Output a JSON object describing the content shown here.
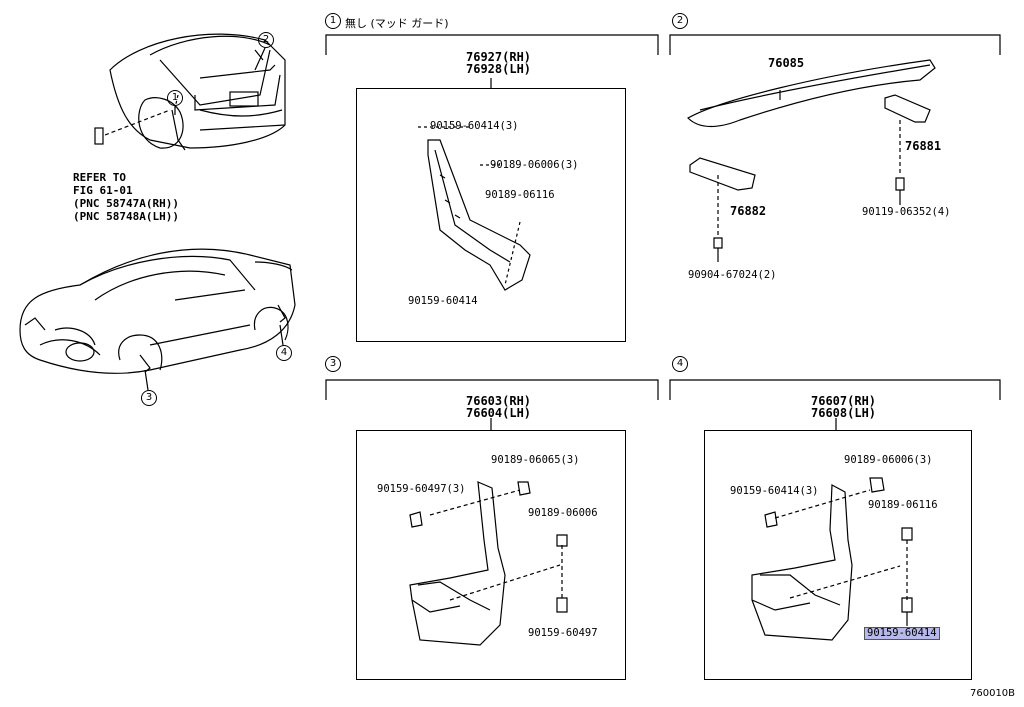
{
  "refer": {
    "line1": "REFER TO",
    "line2": "FIG 61-01",
    "line3": "(PNC 58747A(RH))",
    "line4": "(PNC 58748A(LH))"
  },
  "callouts": {
    "c1": "1",
    "c2": "2",
    "c3": "3",
    "c4": "4"
  },
  "sections": {
    "s1": {
      "num": "1",
      "title": "無し (マッド ガード)",
      "main_rh": "76927(RH)",
      "main_lh": "76928(LH)"
    },
    "s2": {
      "num": "2",
      "main": "76085"
    },
    "s3": {
      "num": "3",
      "main_rh": "76603(RH)",
      "main_lh": "76604(LH)"
    },
    "s4": {
      "num": "4",
      "main_rh": "76607(RH)",
      "main_lh": "76608(LH)"
    }
  },
  "parts": {
    "s1_p1": "90159-60414(3)",
    "s1_p2": "90189-06006(3)",
    "s1_p3": "90189-06116",
    "s1_p4": "90159-60414",
    "s2_p1": "76881",
    "s2_p2": "76882",
    "s2_p3": "90119-06352(4)",
    "s2_p4": "90904-67024(2)",
    "s3_p1": "90189-06065(3)",
    "s3_p2": "90159-60497(3)",
    "s3_p3": "90189-06006",
    "s3_p4": "90159-60497",
    "s4_p1": "90189-06006(3)",
    "s4_p2": "90159-60414(3)",
    "s4_p3": "90189-06116",
    "s4_p4": "90159-60414"
  },
  "figure_code": "760010B",
  "colors": {
    "highlight": "#b7b9ea"
  }
}
